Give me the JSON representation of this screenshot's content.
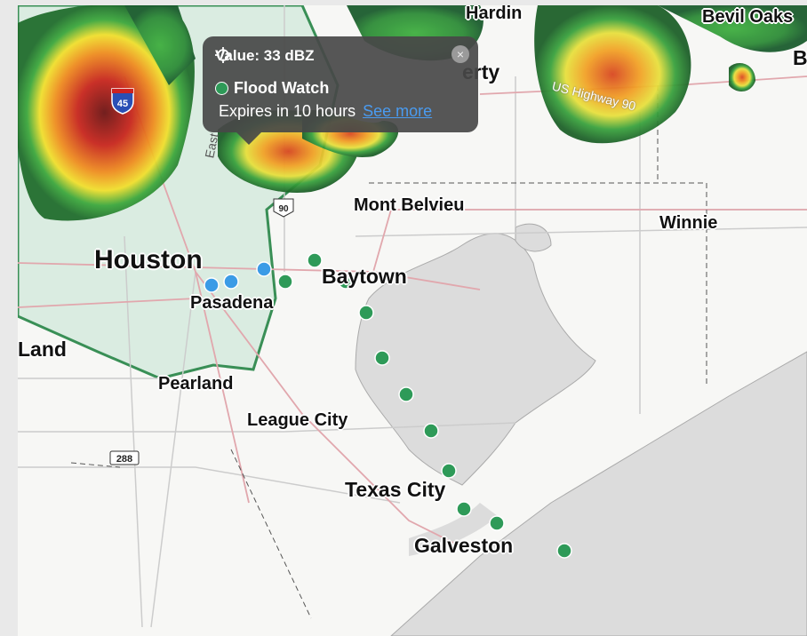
{
  "map": {
    "cities": [
      {
        "id": "houston",
        "name": "Houston"
      },
      {
        "id": "pasadena",
        "name": "Pasadena"
      },
      {
        "id": "baytown",
        "name": "Baytown"
      },
      {
        "id": "mont-belvieu",
        "name": "Mont Belvieu"
      },
      {
        "id": "winnie",
        "name": "Winnie"
      },
      {
        "id": "pearland",
        "name": "Pearland"
      },
      {
        "id": "league-city",
        "name": "League City"
      },
      {
        "id": "texas-city",
        "name": "Texas City"
      },
      {
        "id": "galveston",
        "name": "Galveston"
      },
      {
        "id": "sugar-land",
        "name": "Land"
      },
      {
        "id": "hardin",
        "name": "Hardin"
      },
      {
        "id": "bevil-oaks",
        "name": "Bevil Oaks"
      },
      {
        "id": "liberty",
        "name": "erty"
      },
      {
        "id": "beaumont",
        "name": "B"
      }
    ],
    "highways": {
      "i45": "45",
      "us90": "US Highway 90",
      "sh288": "288",
      "us90_shield": "90",
      "east_fwy": "East"
    },
    "colors": {
      "flood_watch": "#2e9a58",
      "gauge_blue": "#3b9be6",
      "watch_fill": "#d9ece0",
      "water": "#dcdcdc",
      "land": "#f7f7f5"
    }
  },
  "popup": {
    "value_text": "Value: 33 dBZ",
    "alert_name": "Flood Watch",
    "expires_text": "Expires in 10 hours",
    "link_text": "See more",
    "close_symbol": "×"
  }
}
